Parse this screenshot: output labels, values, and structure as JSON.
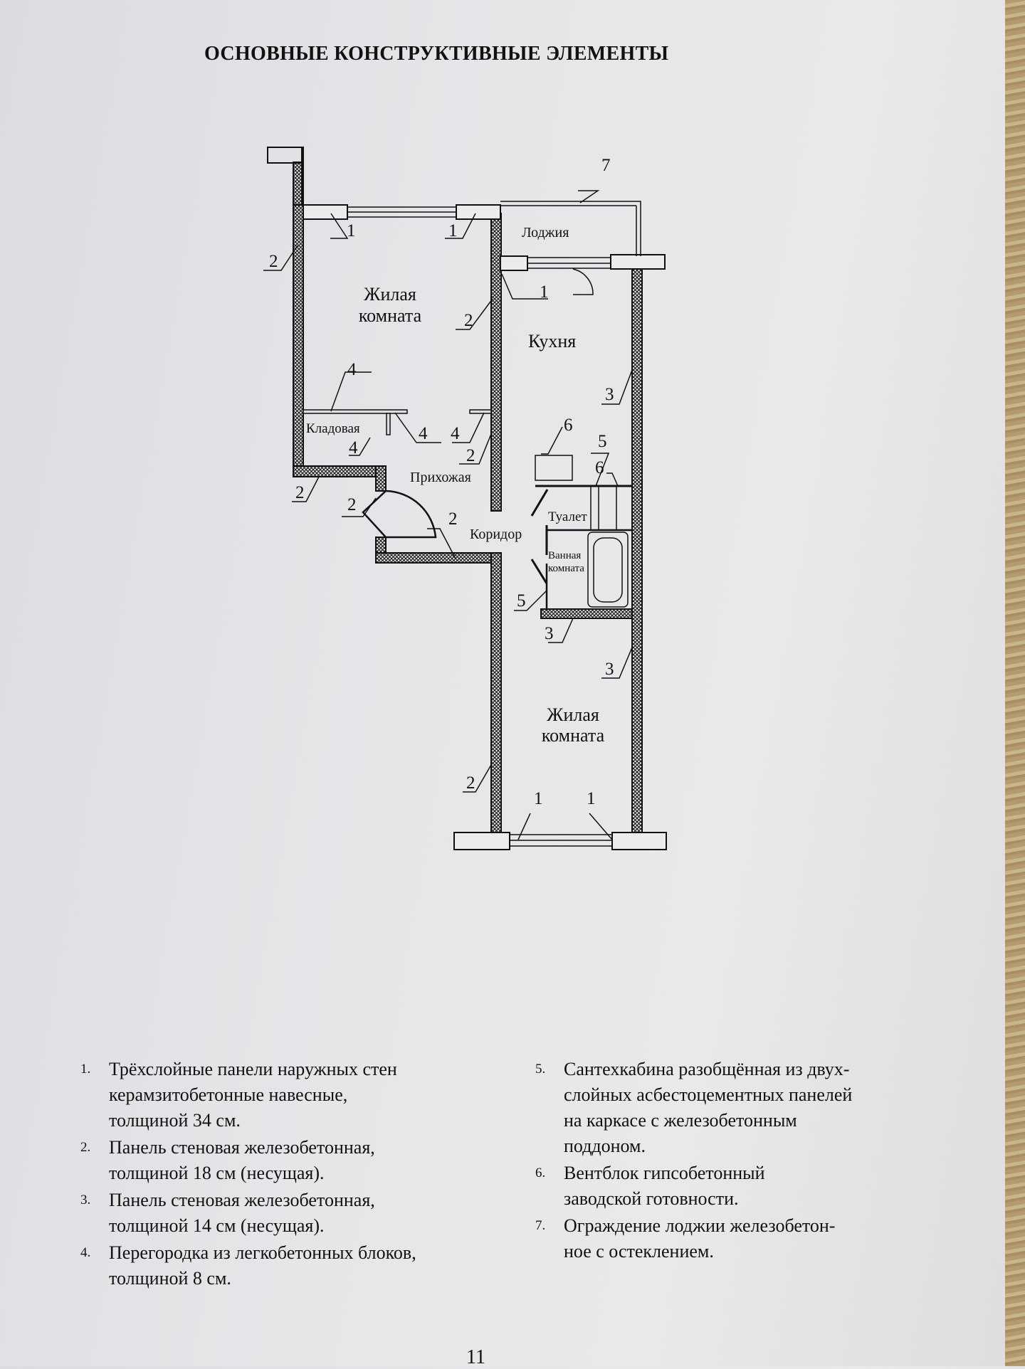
{
  "title": "ОСНОВНЫЕ КОНСТРУКТИВНЫЕ ЭЛЕМЕНТЫ",
  "plan": {
    "rooms": {
      "living1_a": "Жилая",
      "living1_b": "комната",
      "loggia": "Лоджия",
      "kitchen": "Кухня",
      "storage": "Кладовая",
      "hall": "Прихожая",
      "corridor": "Коридор",
      "toilet": "Туалет",
      "bath_a": "Ванная",
      "bath_b": "комната",
      "living2_a": "Жилая",
      "living2_b": "комната"
    },
    "markers": [
      "1",
      "2",
      "3",
      "4",
      "5",
      "6",
      "7"
    ]
  },
  "legend": [
    {
      "num": "1.",
      "lines": [
        "Трёхслойные панели наружных стен",
        "керамзитобетонные навесные,",
        "толщиной 34 см."
      ]
    },
    {
      "num": "2.",
      "lines": [
        "Панель стеновая железобетонная,",
        "толщиной 18 см (несущая)."
      ]
    },
    {
      "num": "3.",
      "lines": [
        "Панель стеновая железобетонная,",
        "толщиной 14 см (несущая)."
      ]
    },
    {
      "num": "4.",
      "lines": [
        "Перегородка из легкобетонных блоков,",
        "толщиной 8 см."
      ]
    },
    {
      "num": "5.",
      "lines": [
        "Сантехкабина разобщённая из двух-",
        "слойных асбестоцементных панелей",
        "на каркасе с железобетонным",
        "поддоном."
      ]
    },
    {
      "num": "6.",
      "lines": [
        "Вентблок гипсобетонный",
        "заводской готовности."
      ]
    },
    {
      "num": "7.",
      "lines": [
        "Ограждение лоджии железобетон-",
        "ное с остеклением."
      ]
    }
  ],
  "page_number": "11"
}
